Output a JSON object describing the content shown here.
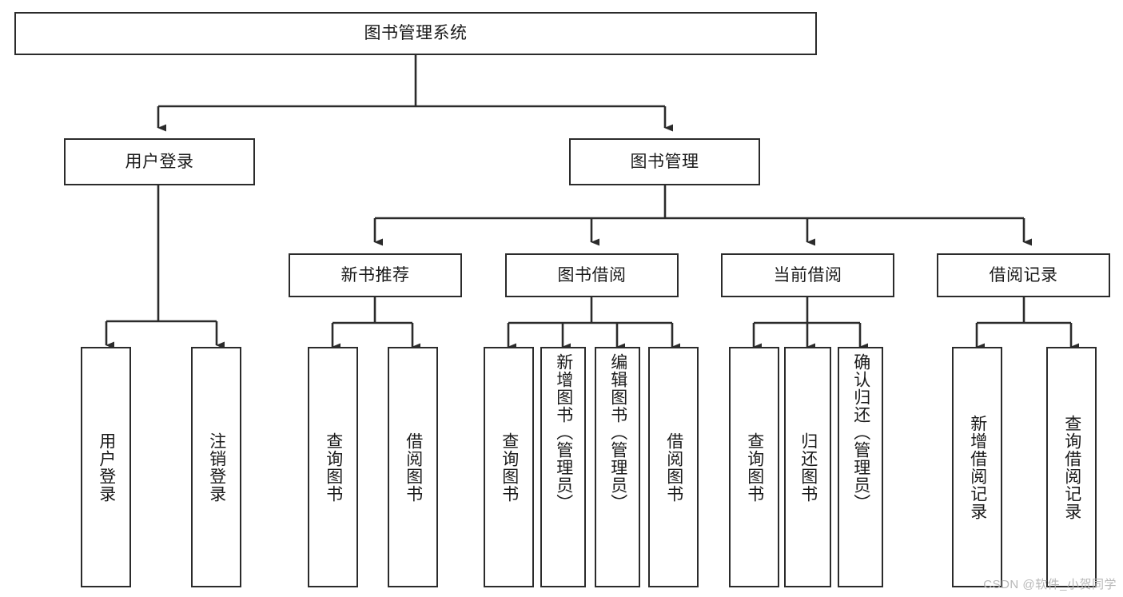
{
  "diagram": {
    "title": "图书管理系统",
    "type": "hierarchy-tree",
    "watermark": "CSDN @软件_小贺同学",
    "colors": {
      "node_border": "#2b2b2b",
      "node_fill": "#ffffff",
      "edge": "#2b2b2b",
      "text": "#1a1a1a",
      "watermark": "#b8b8b8",
      "background": "#ffffff"
    },
    "nodes": {
      "root": {
        "label": "图书管理系统"
      },
      "level2": [
        {
          "id": "user-login",
          "label": "用户登录"
        },
        {
          "id": "book-manage",
          "label": "图书管理"
        }
      ],
      "level3": [
        {
          "id": "new-book-recommend",
          "label": "新书推荐"
        },
        {
          "id": "book-borrow",
          "label": "图书借阅"
        },
        {
          "id": "current-borrow",
          "label": "当前借阅"
        },
        {
          "id": "borrow-record",
          "label": "借阅记录"
        }
      ],
      "leaves": [
        {
          "id": "leaf-user-login",
          "label": "用户登录",
          "parent": "user-login"
        },
        {
          "id": "leaf-logout-login",
          "label": "注销登录",
          "parent": "user-login"
        },
        {
          "id": "leaf-query-book-1",
          "label": "查询图书",
          "parent": "new-book-recommend"
        },
        {
          "id": "leaf-borrow-book-1",
          "label": "借阅图书",
          "parent": "new-book-recommend"
        },
        {
          "id": "leaf-query-book-2",
          "label": "查询图书",
          "parent": "book-borrow"
        },
        {
          "id": "leaf-add-book-admin",
          "label": "新增图书（管理员）",
          "parent": "book-borrow"
        },
        {
          "id": "leaf-edit-book-admin",
          "label": "编辑图书（管理员）",
          "parent": "book-borrow"
        },
        {
          "id": "leaf-borrow-book-2",
          "label": "借阅图书",
          "parent": "book-borrow"
        },
        {
          "id": "leaf-query-book-3",
          "label": "查询图书",
          "parent": "current-borrow"
        },
        {
          "id": "leaf-return-book",
          "label": "归还图书",
          "parent": "current-borrow"
        },
        {
          "id": "leaf-confirm-return-admin",
          "label": "确认归还（管理员）",
          "parent": "current-borrow"
        },
        {
          "id": "leaf-add-borrow-record",
          "label": "新增借阅记录",
          "parent": "borrow-record"
        },
        {
          "id": "leaf-query-borrow-record",
          "label": "查询借阅记录",
          "parent": "borrow-record"
        }
      ]
    }
  }
}
